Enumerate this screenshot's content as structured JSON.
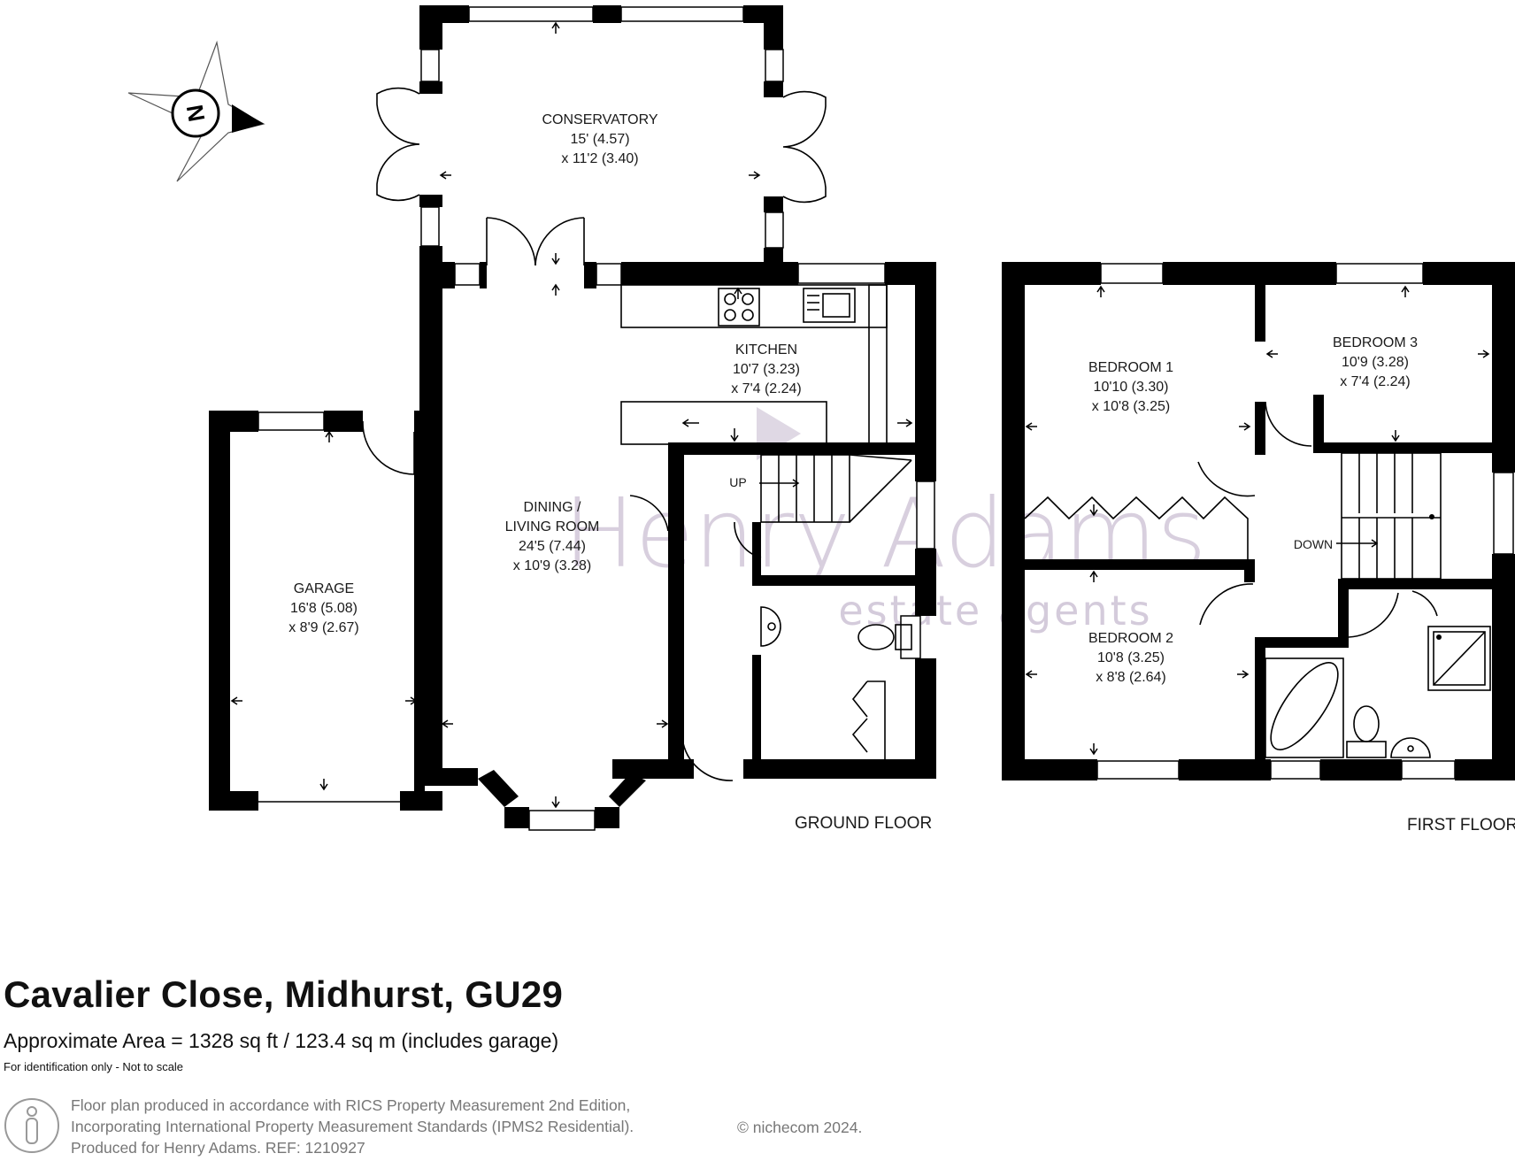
{
  "rooms": {
    "conservatory": {
      "name": "CONSERVATORY",
      "dim1": "15' (4.57)",
      "dim2": "x 11'2 (3.40)"
    },
    "kitchen": {
      "name": "KITCHEN",
      "dim1": "10'7 (3.23)",
      "dim2": "x 7'4 (2.24)"
    },
    "dining": {
      "name1": "DINING /",
      "name2": "LIVING ROOM",
      "dim1": "24'5 (7.44)",
      "dim2": "x 10'9 (3.28)"
    },
    "garage": {
      "name": "GARAGE",
      "dim1": "16'8 (5.08)",
      "dim2": "x 8'9 (2.67)"
    },
    "bedroom1": {
      "name": "BEDROOM 1",
      "dim1": "10'10 (3.30)",
      "dim2": "x 10'8 (3.25)"
    },
    "bedroom2": {
      "name": "BEDROOM 2",
      "dim1": "10'8 (3.25)",
      "dim2": "x 8'8 (2.64)"
    },
    "bedroom3": {
      "name": "BEDROOM 3",
      "dim1": "10'9 (3.28)",
      "dim2": "x 7'4 (2.24)"
    }
  },
  "stairs": {
    "up": "UP",
    "down": "DOWN"
  },
  "floors": {
    "ground": "GROUND FLOOR",
    "first": "FIRST FLOOR"
  },
  "watermark": {
    "line1": "Henry Adams",
    "line2": "estate agents"
  },
  "compass": {
    "letter": "N"
  },
  "footer": {
    "title": "Cavalier Close, Midhurst, GU29",
    "area": "Approximate Area = 1328 sq ft / 123.4 sq m (includes garage)",
    "note": "For identification only - Not to scale",
    "rics_line1": "Floor plan produced in accordance with RICS Property Measurement 2nd Edition,",
    "rics_line2": "Incorporating International Property Measurement Standards (IPMS2 Residential).",
    "rics_line3": "Produced for Henry Adams.    REF: 1210927",
    "copyright": "© nichecom 2024."
  },
  "colors": {
    "watermark": "#b9a9c4",
    "walls": "#000000",
    "footer_grey": "#777777"
  }
}
